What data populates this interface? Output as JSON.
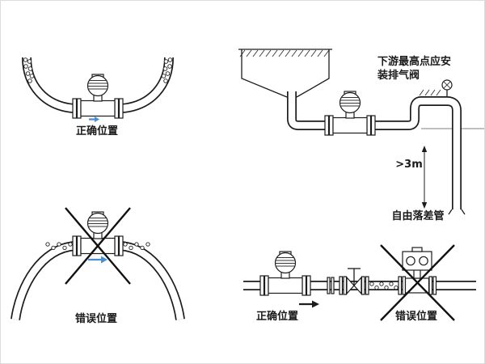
{
  "figure": {
    "background": "#ffffff",
    "colors": {
      "line": "#1c1c1c",
      "flow_arrow_blue": "#4a8fd4",
      "text": "#1a1a1a"
    },
    "top_left": {
      "caption": "正确位置"
    },
    "bottom_left": {
      "caption": "错误位置"
    },
    "top_right": {
      "note_line1": "下游最高点应安",
      "note_line2": "装排气阀",
      "height_label": ">3m",
      "freefall_label": "自由落差管"
    },
    "bottom_right": {
      "correct_caption": "正确位置",
      "wrong_caption": "错误位置"
    }
  }
}
